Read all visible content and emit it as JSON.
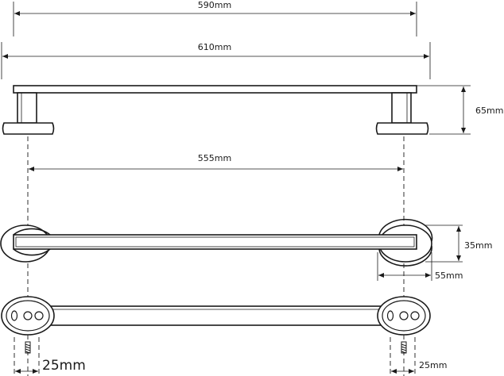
{
  "dimensions": {
    "bar_length": "590mm",
    "overall_length": "610mm",
    "height": "65mm",
    "mount_spacing": "555mm",
    "base_height": "35mm",
    "base_width": "55mm",
    "left_offset": "25mm",
    "right_offset": "25mm"
  },
  "colors": {
    "line": "#1a1a1a",
    "background": "#ffffff"
  }
}
